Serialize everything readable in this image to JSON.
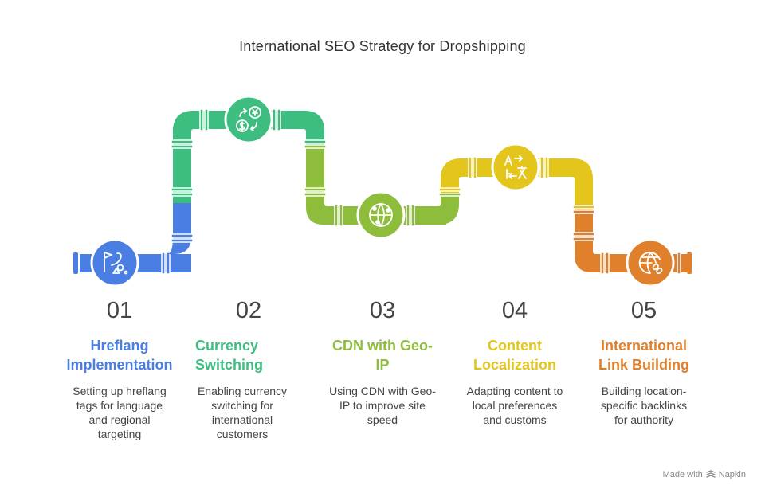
{
  "title": "International SEO Strategy for Dropshipping",
  "colors": {
    "blue": "#4a7ee3",
    "green": "#3dbd7f",
    "lime": "#8dbd3b",
    "yellow": "#e3c51b",
    "orange": "#e07f2c"
  },
  "steps": [
    {
      "number": "01",
      "title_line1": "Hreflang",
      "title_line2": "Implementation",
      "desc_line1": "Setting up hreflang",
      "desc_line2": "tags for language",
      "desc_line3": "and regional",
      "desc_line4": "targeting",
      "icon": "flag-path-icon",
      "color": "#4a7ee3"
    },
    {
      "number": "02",
      "title_line1": "Currency",
      "title_line2": "Switching",
      "desc_line1": "Enabling currency",
      "desc_line2": "switching for",
      "desc_line3": "international",
      "desc_line4": "customers",
      "icon": "currency-exchange-icon",
      "color": "#3dbd7f"
    },
    {
      "number": "03",
      "title_line1": "CDN with Geo-",
      "title_line2": "IP",
      "desc_line1": "Using CDN with Geo-",
      "desc_line2": "IP to improve site",
      "desc_line3": "speed",
      "desc_line4": "",
      "icon": "network-globe-icon",
      "color": "#8dbd3b"
    },
    {
      "number": "04",
      "title_line1": "Content",
      "title_line2": "Localization",
      "desc_line1": "Adapting content to",
      "desc_line2": "local preferences",
      "desc_line3": "and customs",
      "desc_line4": "",
      "icon": "translate-icon",
      "color": "#e3c51b"
    },
    {
      "number": "05",
      "title_line1": "International",
      "title_line2": "Link Building",
      "desc_line1": "Building location-",
      "desc_line2": "specific backlinks",
      "desc_line3": "for authority",
      "desc_line4": "",
      "icon": "globe-link-icon",
      "color": "#e07f2c"
    }
  ],
  "footer": {
    "made_with": "Made with",
    "brand": "Napkin"
  }
}
